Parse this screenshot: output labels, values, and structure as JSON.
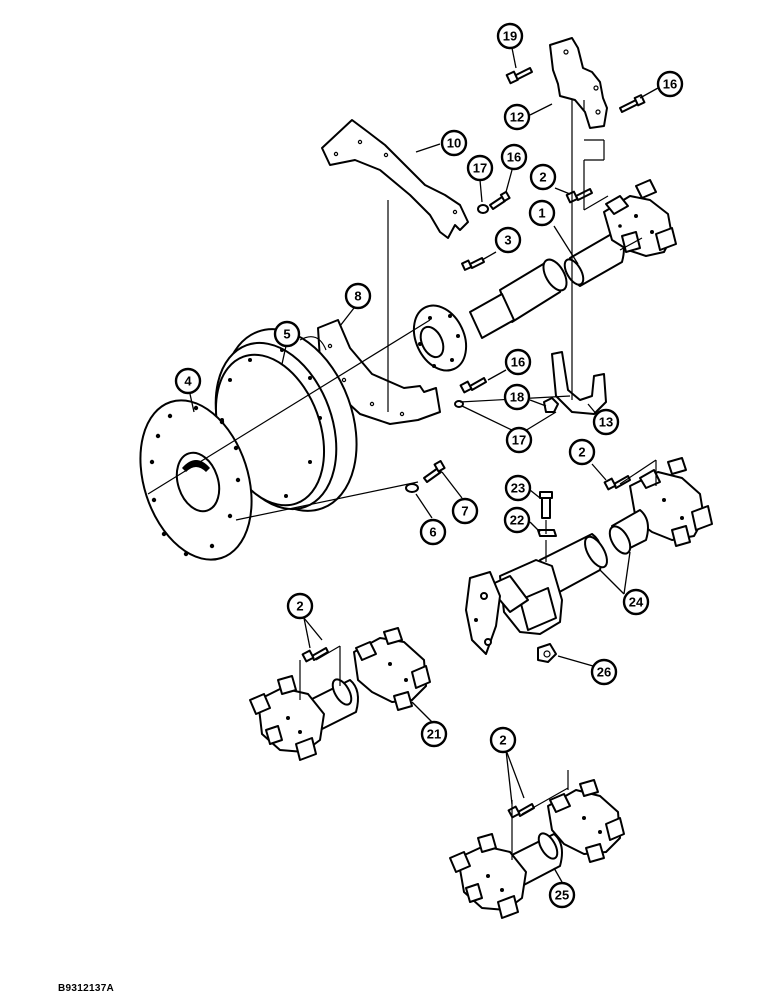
{
  "figure_id": "B9312137A",
  "callouts": [
    {
      "key": "c19",
      "label": "19"
    },
    {
      "key": "c16a",
      "label": "16"
    },
    {
      "key": "c12",
      "label": "12"
    },
    {
      "key": "c10",
      "label": "10"
    },
    {
      "key": "c17a",
      "label": "17"
    },
    {
      "key": "c16b",
      "label": "16"
    },
    {
      "key": "c2a",
      "label": "2"
    },
    {
      "key": "c1",
      "label": "1"
    },
    {
      "key": "c3",
      "label": "3"
    },
    {
      "key": "c8",
      "label": "8"
    },
    {
      "key": "c5",
      "label": "5"
    },
    {
      "key": "c4",
      "label": "4"
    },
    {
      "key": "c16c",
      "label": "16"
    },
    {
      "key": "c18",
      "label": "18"
    },
    {
      "key": "c17b",
      "label": "17"
    },
    {
      "key": "c13",
      "label": "13"
    },
    {
      "key": "c2b",
      "label": "2"
    },
    {
      "key": "c23",
      "label": "23"
    },
    {
      "key": "c22",
      "label": "22"
    },
    {
      "key": "c6",
      "label": "6"
    },
    {
      "key": "c7",
      "label": "7"
    },
    {
      "key": "c24",
      "label": "24"
    },
    {
      "key": "c2c",
      "label": "2"
    },
    {
      "key": "c26",
      "label": "26"
    },
    {
      "key": "c21",
      "label": "21"
    },
    {
      "key": "c2d",
      "label": "2"
    },
    {
      "key": "c25",
      "label": "25"
    }
  ]
}
